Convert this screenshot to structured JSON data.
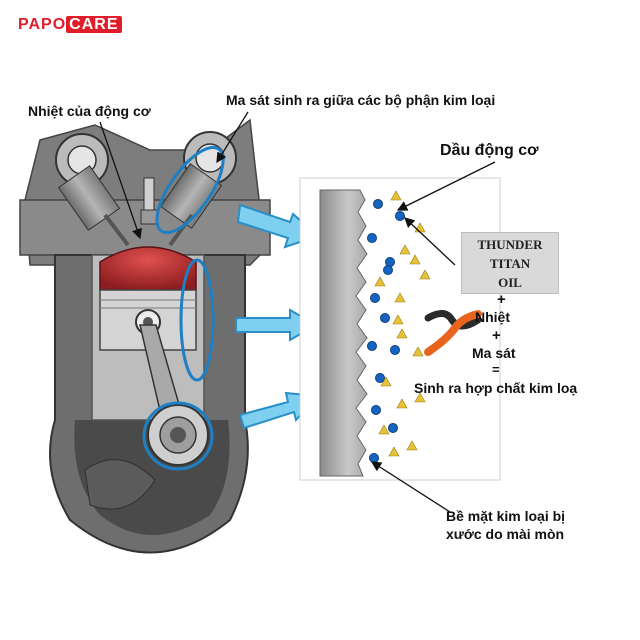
{
  "logo": {
    "part1": "PAPO",
    "part2": "CARE"
  },
  "labels": {
    "engine_heat": "Nhiệt của động cơ",
    "friction": "Ma sát sinh ra giữa các bộ phận kim loại",
    "engine_oil": "Dầu động cơ",
    "product": [
      "THUNDER",
      "TITAN",
      "OIL"
    ],
    "plus1": "+",
    "heat": "Nhiệt",
    "plus2": "+",
    "friction_short": "Ma sát",
    "equals": "=",
    "result": "Sinh ra hợp chất kim loạ",
    "surface_line1": "Bề mặt kim loại bị",
    "surface_line2": "xước do mài mòn"
  },
  "colors": {
    "brand_red": "#e01e2a",
    "arrow_blue": "#2aa9e0",
    "highlight_blue": "#1f7fc4",
    "particle_blue": "#1565c0",
    "particle_yellow": "#e8c13a",
    "metal_gray": "#9a9a9a",
    "piston_red": "#b9282c"
  }
}
